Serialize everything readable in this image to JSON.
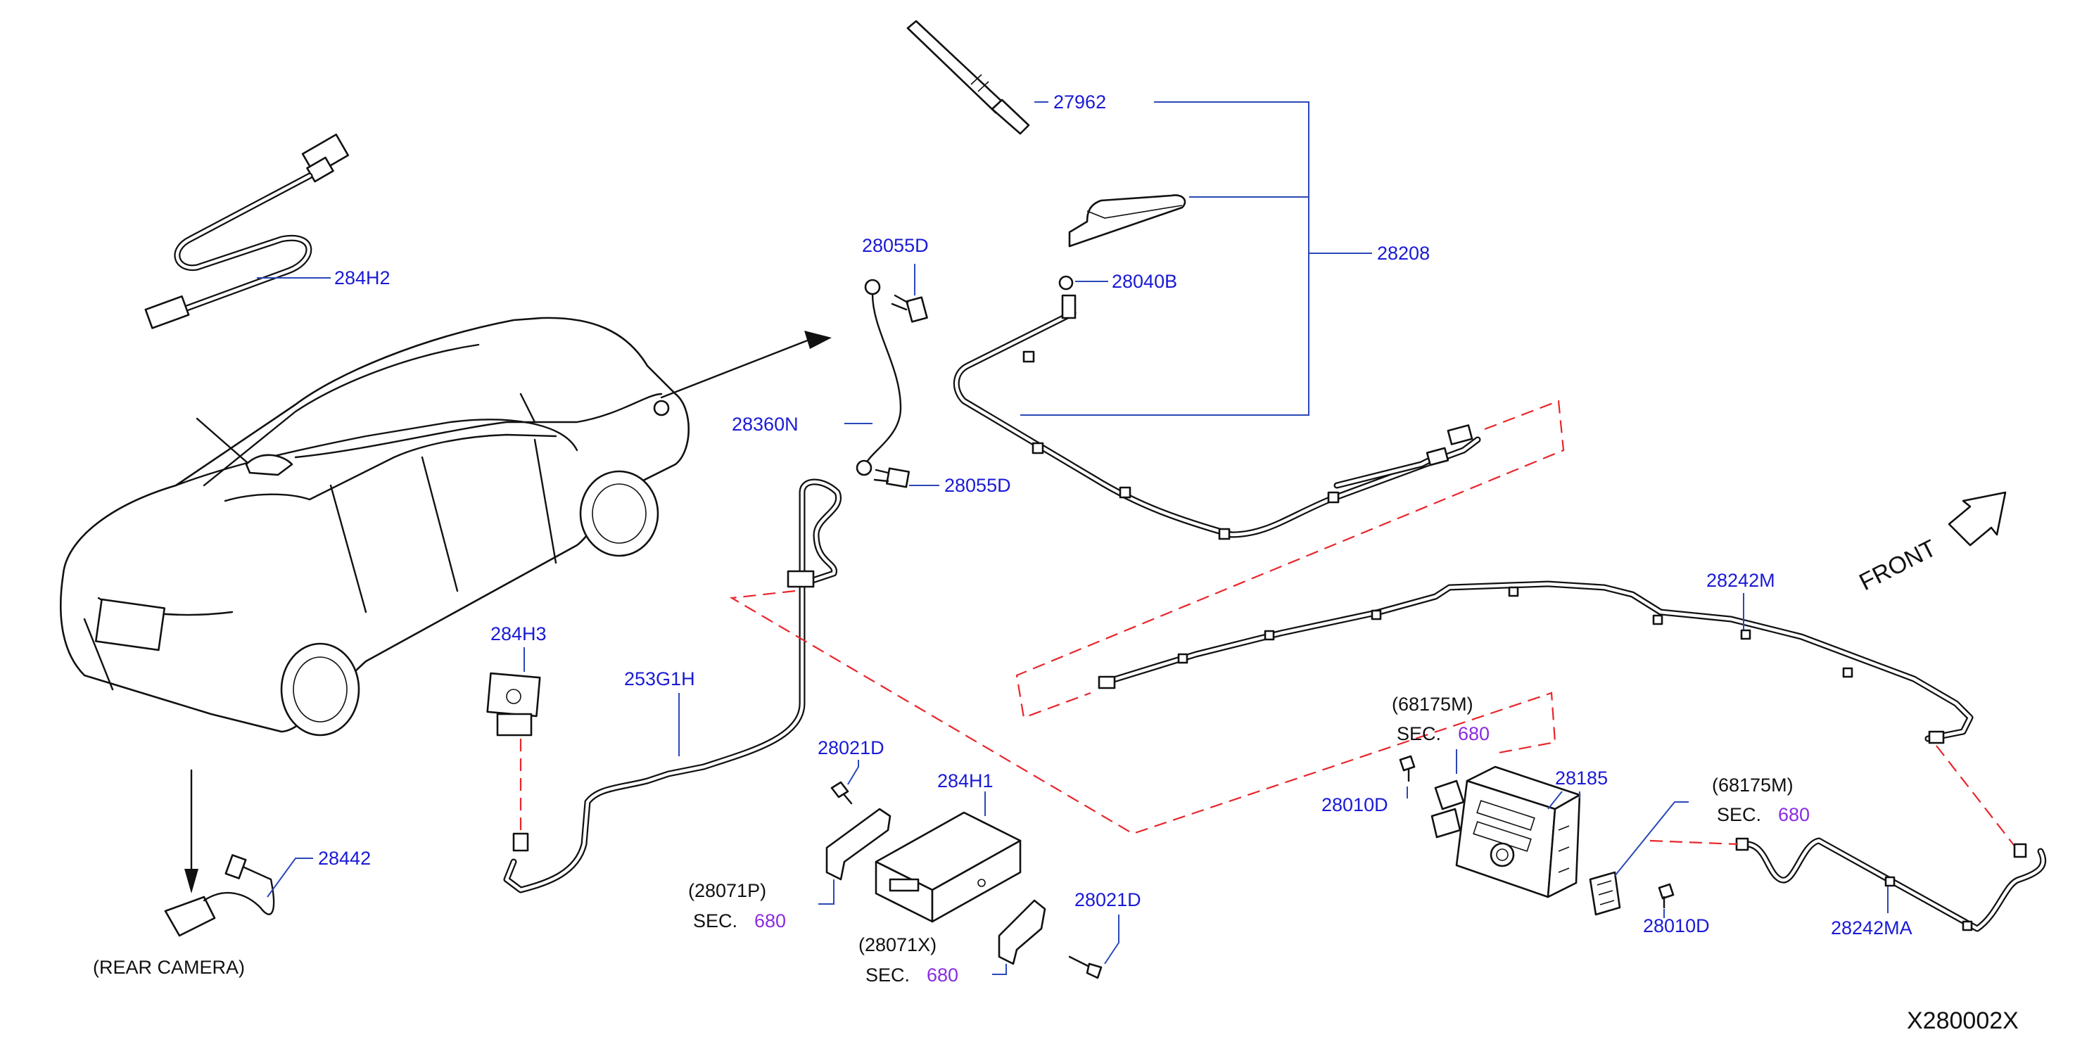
{
  "diagram_code": "X280002X",
  "front_indicator": "FRONT",
  "parts": {
    "p27962": "27962",
    "p28208": "28208",
    "p28040B": "28040B",
    "p28055D_top": "28055D",
    "p28055D_bottom": "28055D",
    "p28360N": "28360N",
    "p284H2": "284H2",
    "p284H3": "284H3",
    "p253G1H": "253G1H",
    "p28242M": "28242M",
    "p28242MA": "28242MA",
    "p28185": "28185",
    "p28010D_left": "28010D",
    "p28010D_right": "28010D",
    "p28021D_top": "28021D",
    "p28021D_bottom": "28021D",
    "p284H1": "284H1",
    "p28442": "28442"
  },
  "references": {
    "r68175M_left": {
      "ref": "(68175M)",
      "sec": "SEC.",
      "num": "680"
    },
    "r68175M_right": {
      "ref": "(68175M)",
      "sec": "SEC.",
      "num": "680"
    },
    "r28071P": {
      "ref": "(28071P)",
      "sec": "SEC.",
      "num": "680"
    },
    "r28071X": {
      "ref": "(28071X)",
      "sec": "SEC.",
      "num": "680"
    }
  },
  "captions": {
    "rear_camera": "(REAR   CAMERA)"
  },
  "colors": {
    "part_label": "#1a1ad6",
    "section_number": "#8a2be2",
    "leader": "#2a48b8",
    "dashed_guide": "#e8262a"
  }
}
